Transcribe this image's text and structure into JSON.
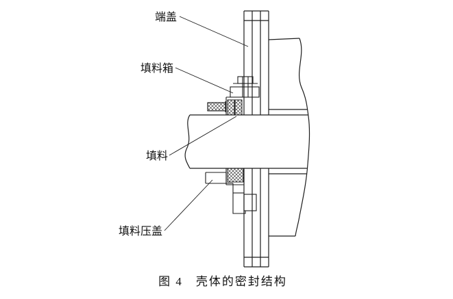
{
  "figure": {
    "caption": "图 4　壳体的密封结构",
    "labels": [
      {
        "id": "end-cover",
        "text": "端盖"
      },
      {
        "id": "stuffing-box",
        "text": "填料箱"
      },
      {
        "id": "packing",
        "text": "填料"
      },
      {
        "id": "packing-gland",
        "text": "填料压盖"
      }
    ]
  },
  "colors": {
    "line": "#1c1c1c",
    "background": "#ffffff"
  }
}
